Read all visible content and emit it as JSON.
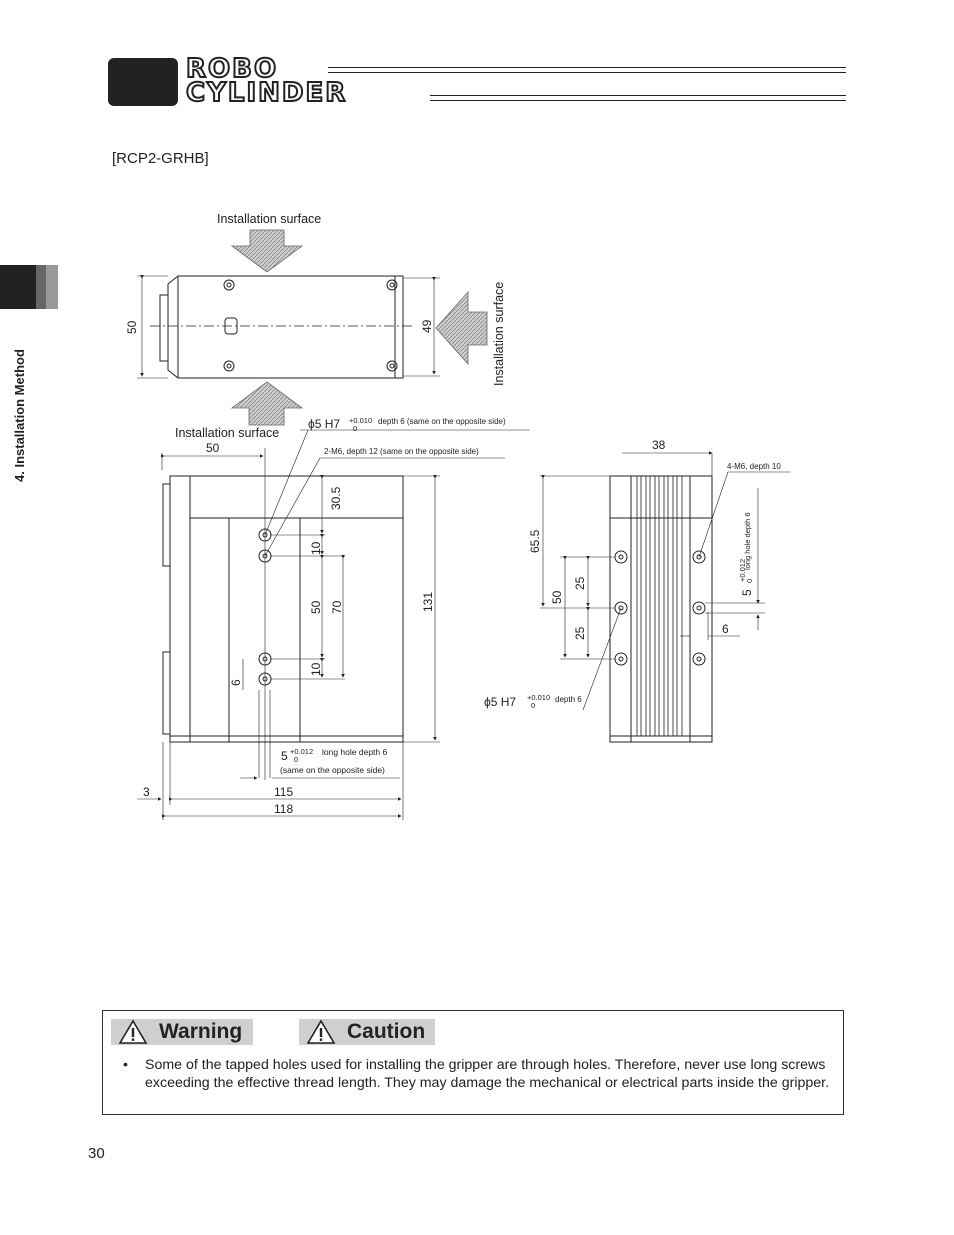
{
  "header": {
    "logo_letter_r": "R",
    "logo_letter_c": "C",
    "logo_line1": "ROBO",
    "logo_line2": "CYLINDER"
  },
  "side_tab": {
    "label": "4. Installation Method"
  },
  "section_title": "[RCP2-GRHB]",
  "drawing": {
    "install_surface_top": "Installation surface",
    "install_surface_right": "Installation surface",
    "install_surface_left": "Installation surface",
    "dim_50_top": "50",
    "dim_49": "49",
    "front_dim_50": "50",
    "pin_hole_main": "5 H7",
    "pin_hole_tol": "+0.010",
    "pin_hole_tol_low": "0",
    "pin_hole_note": "depth 6 (same on the opposite side)",
    "tapped_note": "2-M6, depth 12 (same on the opposite side)",
    "dim_30_5": "30.5",
    "dim_10_a": "10",
    "dim_50_mid": "50",
    "dim_70": "70",
    "dim_10_b": "10",
    "dim_131": "131",
    "dim_6_left": "6",
    "slot_main": "5",
    "slot_tol": "+0.012",
    "slot_tol_low": "0",
    "slot_note": "long hole depth 6",
    "slot_note2": "(same on the opposite side)",
    "dim_3": "3",
    "dim_115": "115",
    "dim_118": "118",
    "side_dim_38": "38",
    "side_tapped_note": "4-M6, depth 10",
    "side_dim_65_5": "65.5",
    "side_dim_50": "50",
    "side_dim_25_a": "25",
    "side_dim_25_b": "25",
    "side_slot_main": "5",
    "side_slot_tol": "+0.012",
    "side_slot_tol_low": "0",
    "side_slot_note": "long hole depth 6",
    "side_dim_6": "6",
    "side_pin_main": "5 H7",
    "side_pin_tol": "+0.010",
    "side_pin_tol_low": "0",
    "side_pin_note": "depth 6"
  },
  "warning_box": {
    "warning_label": "Warning",
    "caution_label": "Caution",
    "bullet": "•",
    "note": "Some of the tapped holes used for installing the gripper are through holes. Therefore, never use long screws exceeding the effective thread length. They may damage the mechanical or electrical parts inside the gripper."
  },
  "page_number": "30",
  "colors": {
    "tag_bg": "#cfcfcf",
    "tab_dark": "#222222",
    "tab_mid": "#666666",
    "tab_light": "#999999",
    "arrow": "#9a9a9a"
  },
  "icons": [
    "warning-triangle-icon",
    "caution-triangle-icon",
    "installation-arrow-icon"
  ]
}
